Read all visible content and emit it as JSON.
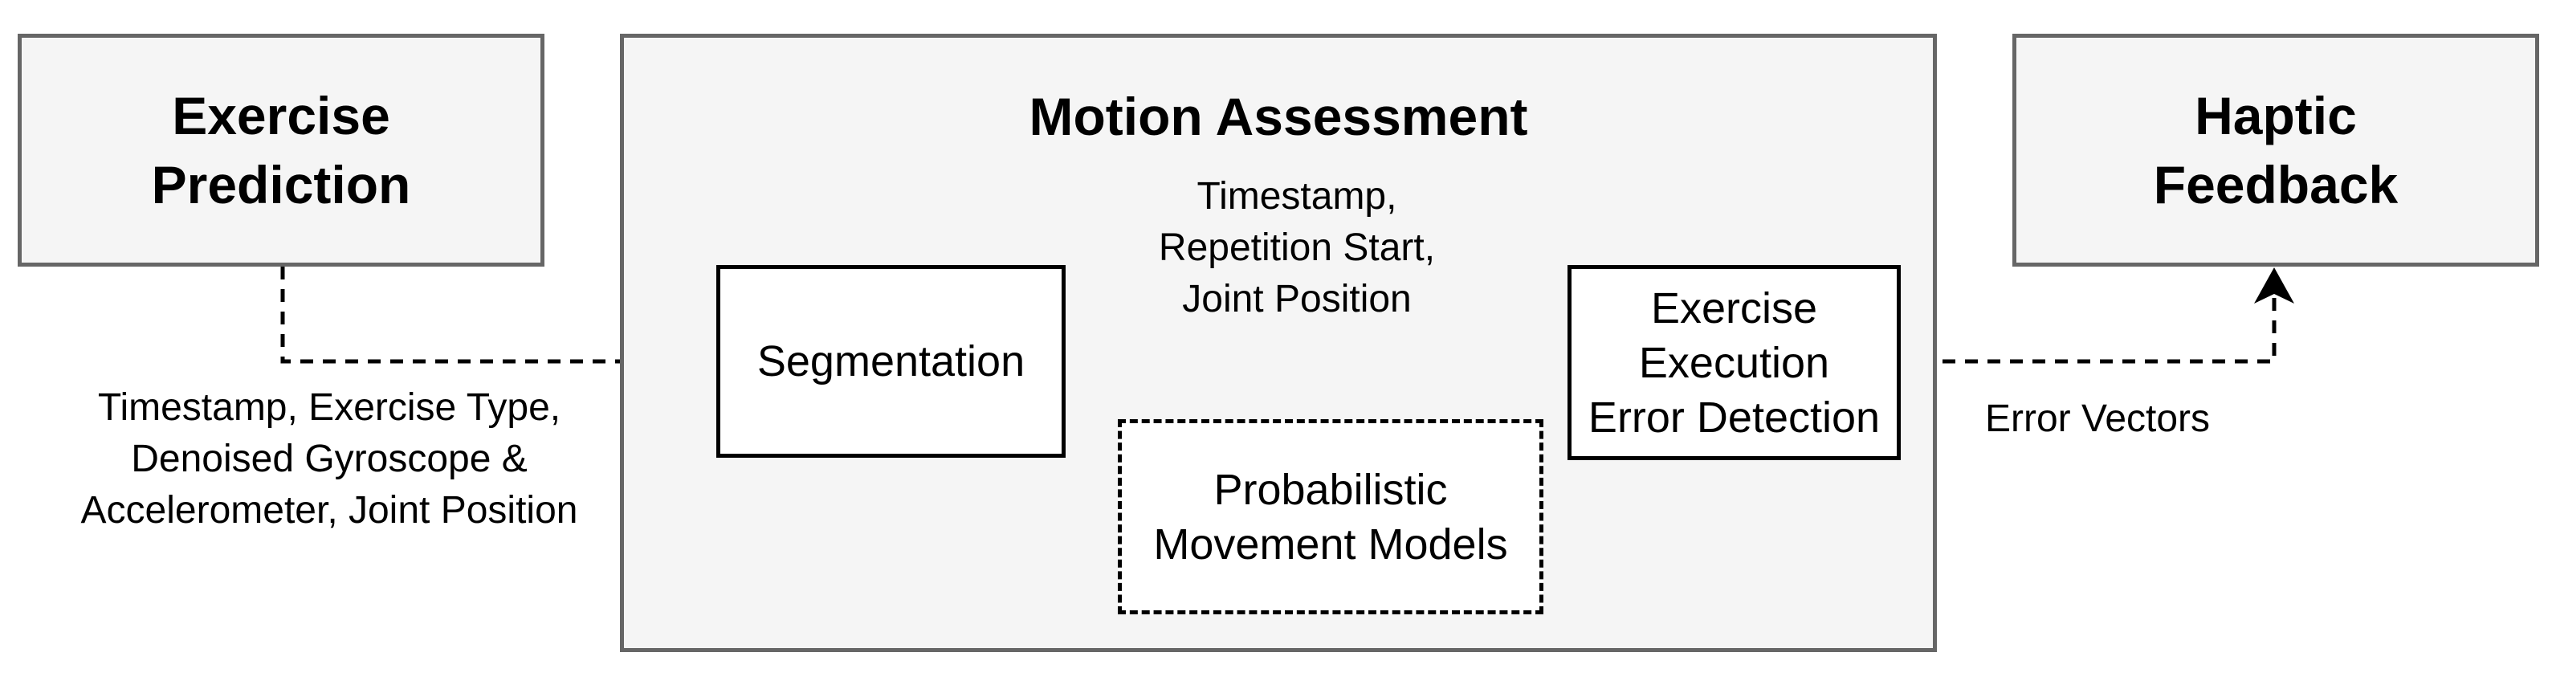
{
  "diagram": {
    "exercise_prediction": {
      "lines": [
        "Exercise",
        "Prediction"
      ]
    },
    "motion_assessment": {
      "title": "Motion Assessment"
    },
    "haptic_feedback": {
      "lines": [
        "Haptic",
        "Feedback"
      ]
    },
    "segmentation": {
      "label": "Segmentation"
    },
    "error_detection": {
      "lines": [
        "Exercise",
        "Execution",
        "Error Detection"
      ]
    },
    "probabilistic_models": {
      "lines": [
        "Probabilistic",
        "Movement Models"
      ]
    },
    "label_prediction_to_segmentation": {
      "lines": [
        "Timestamp, Exercise Type,",
        "Denoised Gyroscope &",
        "Accelerometer, Joint Position"
      ]
    },
    "label_segmentation_to_detection": {
      "lines": [
        "Timestamp,",
        "Repetition Start,",
        "Joint Position"
      ]
    },
    "label_detection_to_feedback": {
      "text": "Error Vectors"
    }
  },
  "colors": {
    "outer_box_fill": "#f5f5f5",
    "outer_box_border": "#666666",
    "inner_box_border": "#000000",
    "arrow": "#000000"
  }
}
